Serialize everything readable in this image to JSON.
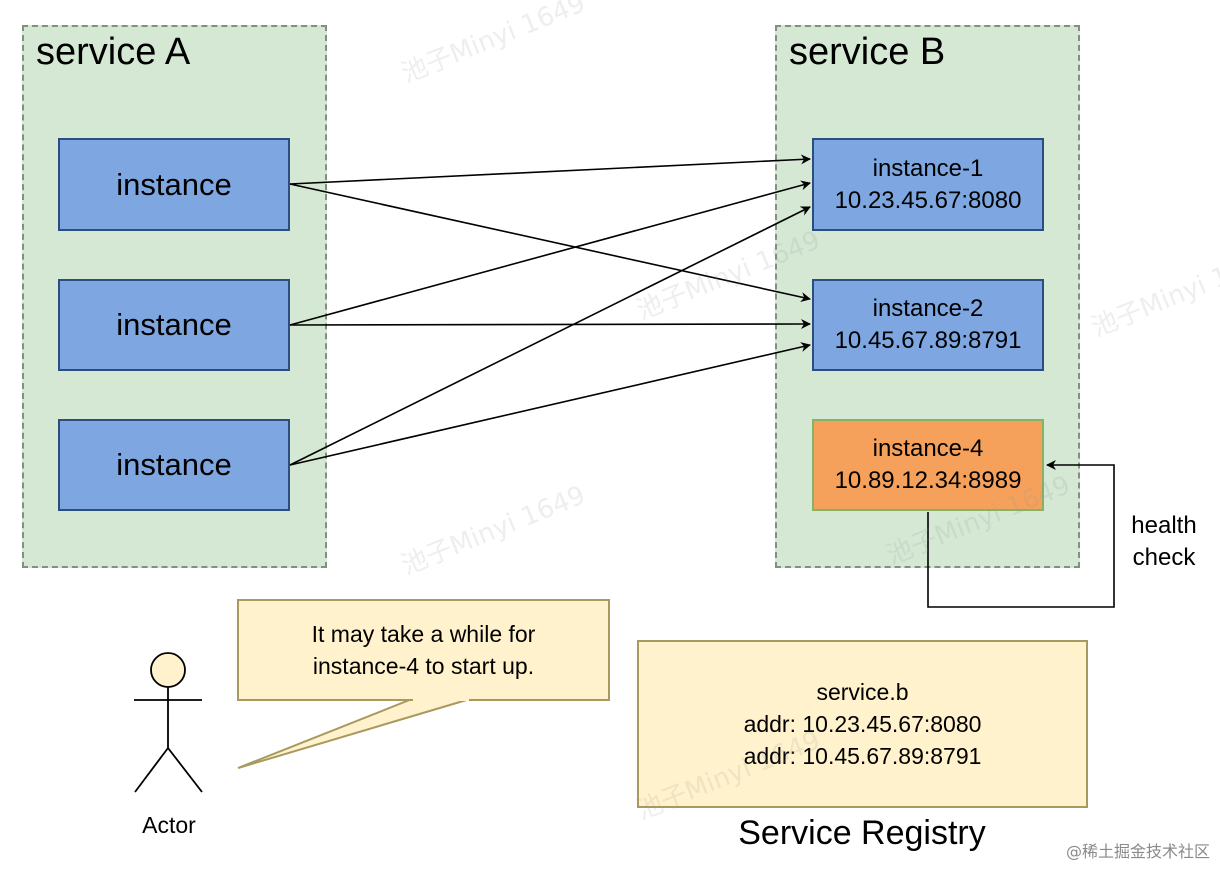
{
  "service_a": {
    "title": "service A",
    "instances": [
      "instance",
      "instance",
      "instance"
    ]
  },
  "service_b": {
    "title": "service B",
    "instances": [
      {
        "name": "instance-1",
        "addr": "10.23.45.67:8080"
      },
      {
        "name": "instance-2",
        "addr": "10.45.67.89:8791"
      },
      {
        "name": "instance-4",
        "addr": "10.89.12.34:8989"
      }
    ]
  },
  "health_check": {
    "line1": "health",
    "line2": "check"
  },
  "callout": {
    "line1": "It may take a while for",
    "line2": "instance-4 to start up."
  },
  "actor": {
    "label": "Actor"
  },
  "registry": {
    "entries": [
      "service.b",
      "addr: 10.23.45.67:8080",
      "addr: 10.45.67.89:8791"
    ],
    "caption": "Service Registry"
  },
  "watermark": {
    "text": "池子Minyi 1649",
    "credit": "@稀土掘金技术社区"
  },
  "colors": {
    "group_fill": "#d5e8d4",
    "instance_blue": "#7ea6e0",
    "instance_orange": "#f5a15c",
    "note_fill": "#fff2cc"
  }
}
